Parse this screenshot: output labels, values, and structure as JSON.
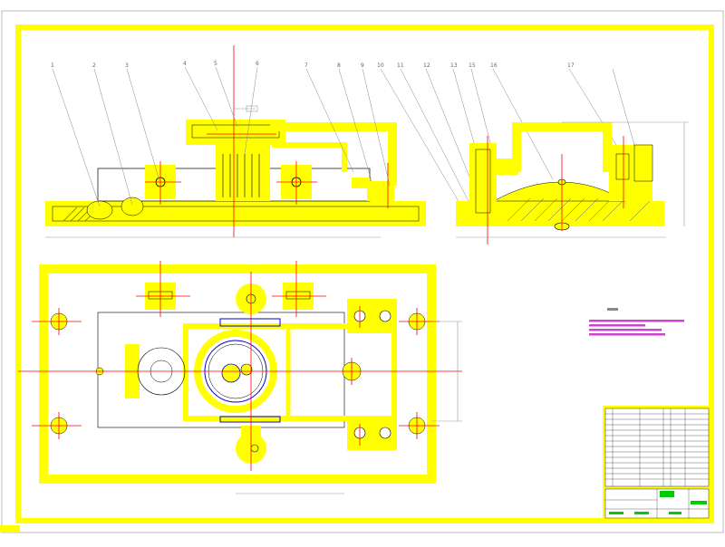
{
  "drawing": {
    "part_numbers": [
      "1",
      "2",
      "3",
      "4",
      "5",
      "6",
      "7",
      "8",
      "9",
      "10",
      "11",
      "12",
      "13",
      "15",
      "16",
      "17"
    ],
    "colors": {
      "frame": "#ffff00",
      "outline": "#000000",
      "centerline": "#ff0000",
      "detail": "#0000cc",
      "note_text": "#ff00ff",
      "stamp_green": "#00cc00",
      "hatch": "#555555",
      "dim": "#999999"
    }
  }
}
